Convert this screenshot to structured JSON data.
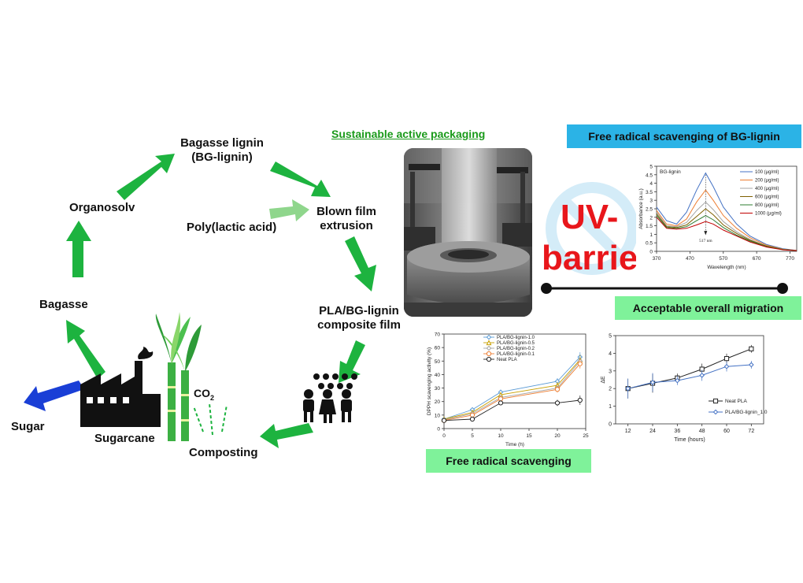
{
  "cycle": {
    "bagasse_lignin": [
      "Bagasse lignin",
      "(BG-lignin)"
    ],
    "organosolv": "Organosolv",
    "poly_lactic_acid": "Poly(lactic acid)",
    "blown_film": [
      "Blown film",
      "extrusion"
    ],
    "bagasse": "Bagasse",
    "composite_film": [
      "PLA/BG-lignin",
      "composite film"
    ],
    "sugar": "Sugar",
    "sugarcane": "Sugarcane",
    "co2": "CO",
    "co2_sub": "2",
    "composting": "Composting"
  },
  "header": {
    "sustainable": "Sustainable active packaging",
    "free_radical_bg": "Free radical scavenging of BG-lignin",
    "acceptable_migration": "Acceptable overall migration",
    "free_radical": "Free radical scavenging"
  },
  "uv": {
    "line1": "UV-",
    "line2": "barrier"
  },
  "colors": {
    "arrow_green": "#1db33f",
    "banner_blue": "#2bb3e6",
    "banner_green": "#7ff29a",
    "uv_red": "#e8161b",
    "sugar_blue": "#1a3fd6"
  },
  "chart_data": [
    {
      "type": "line",
      "title": "",
      "inset_label": "BG-lignin",
      "annotation": "517 nm",
      "xlabel": "Wavelength (nm)",
      "ylabel": "Absorbance (a.u.)",
      "xlim": [
        370,
        790
      ],
      "ylim": [
        0,
        5
      ],
      "x_ticks": [
        370,
        470,
        570,
        670,
        770
      ],
      "y_ticks": [
        "0",
        "0.5",
        "1",
        "1.5",
        "2",
        "2.5",
        "3",
        "3.5",
        "4",
        "4.5",
        "5"
      ],
      "x": [
        370,
        400,
        430,
        460,
        490,
        517,
        540,
        570,
        610,
        650,
        700,
        750,
        790
      ],
      "series": [
        {
          "name": "100 (μg/ml)",
          "color": "#4472c4",
          "values": [
            2.6,
            1.8,
            1.6,
            2.3,
            3.6,
            4.6,
            3.8,
            2.6,
            1.6,
            0.9,
            0.4,
            0.15,
            0.05
          ]
        },
        {
          "name": "200 (μg/ml)",
          "color": "#ed7d31",
          "values": [
            2.4,
            1.6,
            1.5,
            1.9,
            2.9,
            3.6,
            3.0,
            2.1,
            1.35,
            0.8,
            0.35,
            0.12,
            0.05
          ]
        },
        {
          "name": "400 (μg/ml)",
          "color": "#a5a5a5",
          "values": [
            2.3,
            1.5,
            1.45,
            1.7,
            2.4,
            2.9,
            2.45,
            1.75,
            1.15,
            0.7,
            0.3,
            0.1,
            0.04
          ]
        },
        {
          "name": "600 (μg/ml)",
          "color": "#7f6000",
          "values": [
            2.2,
            1.45,
            1.4,
            1.55,
            2.05,
            2.5,
            2.15,
            1.55,
            1.05,
            0.65,
            0.3,
            0.1,
            0.04
          ]
        },
        {
          "name": "800 (μg/ml)",
          "color": "#2e7d32",
          "values": [
            2.1,
            1.4,
            1.35,
            1.45,
            1.8,
            2.1,
            1.85,
            1.4,
            0.95,
            0.6,
            0.28,
            0.1,
            0.04
          ]
        },
        {
          "name": "1000 (μg/ml)",
          "color": "#c00000",
          "values": [
            2.0,
            1.35,
            1.3,
            1.35,
            1.55,
            1.75,
            1.6,
            1.25,
            0.9,
            0.55,
            0.25,
            0.09,
            0.04
          ]
        }
      ]
    },
    {
      "type": "line",
      "title": "",
      "xlabel": "Time (h)",
      "ylabel": "DPPH scavenging activity (%)",
      "xlim": [
        0,
        25
      ],
      "ylim": [
        0,
        70
      ],
      "x_ticks": [
        0,
        5,
        10,
        15,
        20,
        25
      ],
      "y_ticks": [
        0,
        10,
        20,
        30,
        40,
        50,
        60,
        70
      ],
      "x": [
        0,
        5,
        10,
        20,
        24
      ],
      "series": [
        {
          "name": "PLA/BG-lignin-1.0",
          "color": "#5b9bd5",
          "marker": "diamond",
          "values": [
            7,
            14,
            27,
            35,
            53
          ]
        },
        {
          "name": "PLA/BG-lignin-0.5",
          "color": "#c9a000",
          "marker": "triangle",
          "values": [
            7,
            12,
            25,
            32,
            51
          ]
        },
        {
          "name": "PLA/BG-lignin-0.2",
          "color": "#a5a5a5",
          "marker": "diamond",
          "values": [
            6.5,
            11,
            23,
            30,
            50
          ]
        },
        {
          "name": "PLA/BG-lignin-0.1",
          "color": "#ed7d31",
          "marker": "circle",
          "values": [
            6,
            10,
            22,
            29,
            48
          ]
        },
        {
          "name": "Neat PLA",
          "color": "#222222",
          "marker": "circle",
          "values": [
            6,
            7,
            19,
            19,
            21
          ]
        }
      ]
    },
    {
      "type": "line",
      "title": "",
      "xlabel": "Time (hours)",
      "ylabel": "ΔE",
      "xlim": [
        6,
        78
      ],
      "ylim": [
        0,
        5
      ],
      "x_ticks": [
        12,
        24,
        36,
        48,
        60,
        72
      ],
      "y_ticks": [
        0,
        1,
        2,
        3,
        4,
        5
      ],
      "x": [
        12,
        24,
        36,
        48,
        60,
        72
      ],
      "series": [
        {
          "name": "Neat PLA",
          "color": "#222222",
          "marker": "square",
          "values": [
            2.0,
            2.3,
            2.6,
            3.1,
            3.7,
            4.25
          ]
        },
        {
          "name": "PLA/BG-lignin_1.0",
          "color": "#4472c4",
          "marker": "diamond",
          "values": [
            2.0,
            2.35,
            2.45,
            2.75,
            3.25,
            3.35
          ]
        }
      ]
    }
  ]
}
